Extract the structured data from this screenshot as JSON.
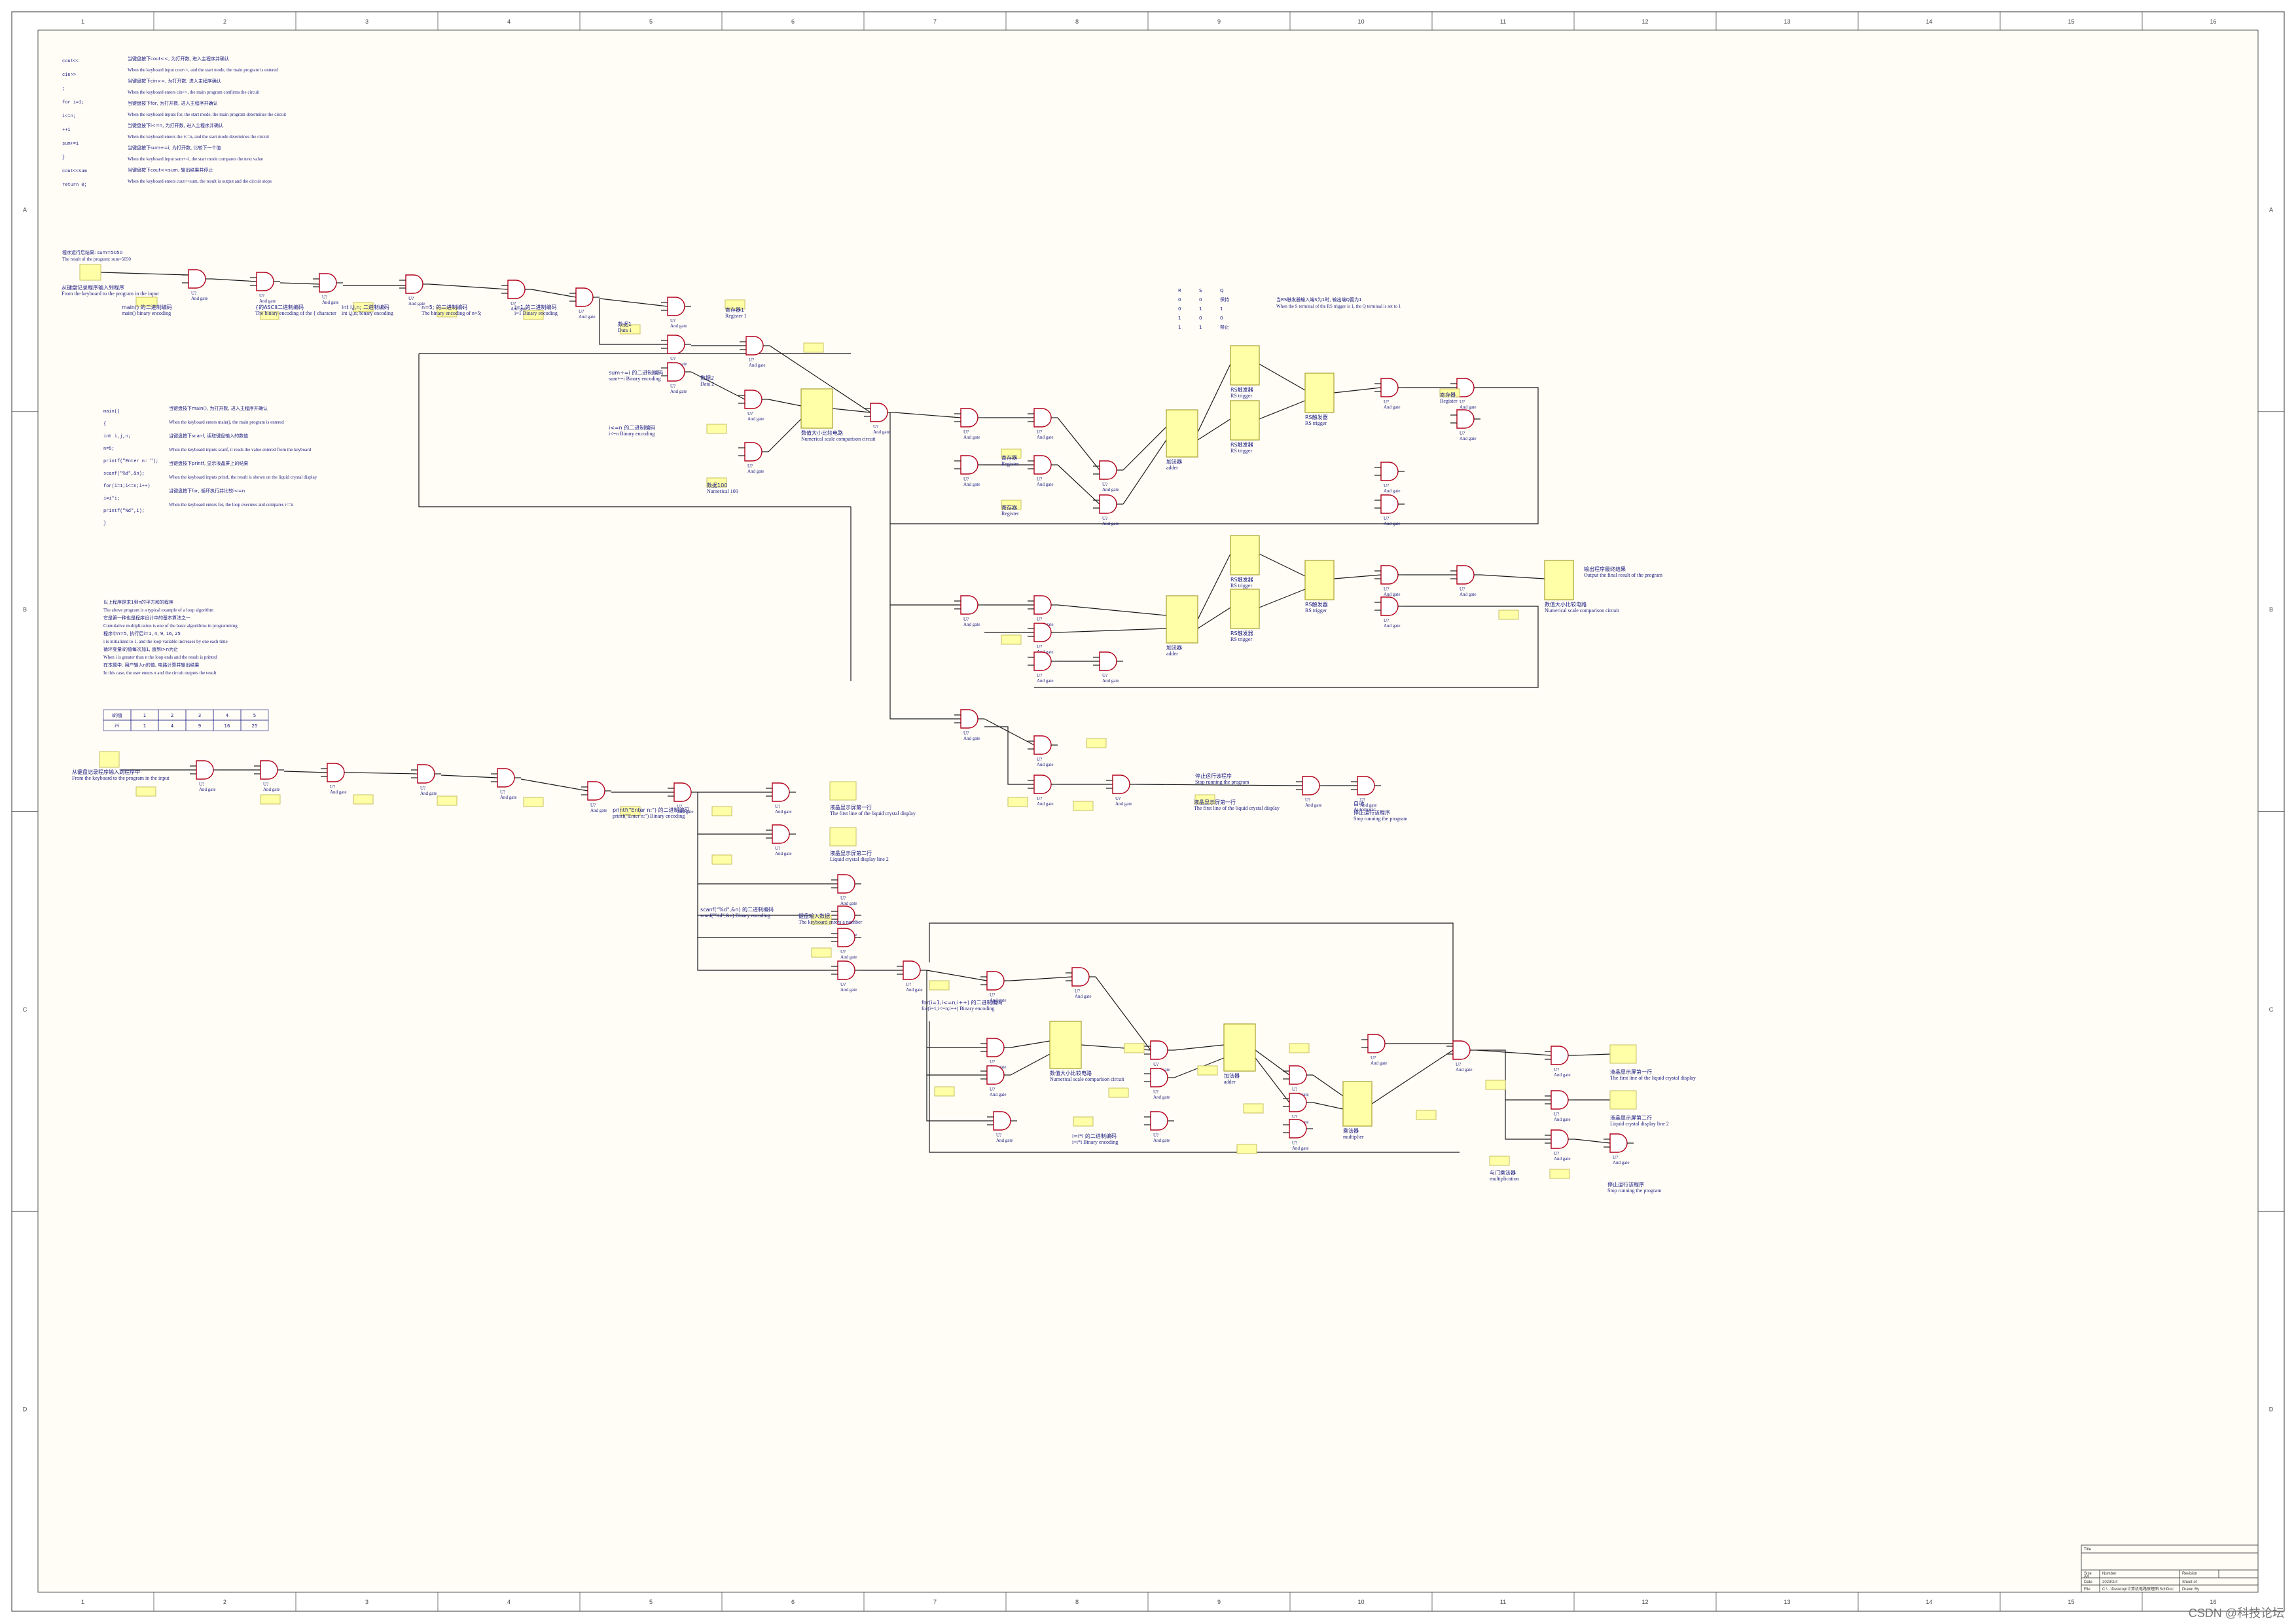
{
  "frame": {
    "col_numbers": [
      "1",
      "2",
      "3",
      "4",
      "5",
      "6",
      "7",
      "8",
      "9",
      "10",
      "11",
      "12",
      "13",
      "14",
      "15",
      "16"
    ],
    "row_letters": [
      "A",
      "B",
      "C",
      "D"
    ]
  },
  "colors": {
    "wire": "#1a1a1a",
    "gate_outline": "#b3001b",
    "register_fill": "#ffffa8",
    "text": "#1a1a80"
  },
  "notes": {
    "top_code": [
      "cout<<",
      "cin>>",
      ";",
      "for  i=1;",
      "i<=n;",
      "++i",
      "sum+=i",
      "}",
      "cout<<sum",
      "return 0;"
    ],
    "top_desc": [
      "当键盘按下cout<<, 为打开数, 进入主程序并确认",
      "When the keyboard input cout<<, and the start mode, the main program is entered",
      "当键盘按下cin>>, 为打开数, 进入主程序确认",
      "When the keyboard enters cin>>, the main program confirms the circuit",
      "当键盘按下for, 为打开数, 进入主程序并确认",
      "When the keyboard inputs for, the start mode, the main program determines the circuit",
      "当键盘按下i<=n, 为打开数, 进入主程序并确认",
      "When the keyboard enters the i<=n, and the start mode determines the circuit",
      "当键盘按下sum+=i, 为打开数, 比较下一个值",
      "When the keyboard input sum+=i, the start mode compares the next value",
      "当键盘按下cout<<sum, 输出结果并停止",
      "When the keyboard enters cout<<sum, the result is output and the circuit stops"
    ],
    "top_caption_cn": "程序运行后结果: sum=5050",
    "top_caption_en": "The result of the program: sum=5050",
    "mid_code": [
      "main()",
      "{",
      "int  i,j,n;",
      "n=5;",
      "printf(\"Enter  n:  \");",
      "scanf(\"%d\",&n);",
      "for(i=1;i<=n;i++)",
      "i=i*i;",
      "printf(\"%d\",i);",
      "}"
    ],
    "mid_desc": [
      "当键盘按下main(), 为打开数, 进入主程序并确认",
      "When the keyboard enters main(), the main program is entered",
      "当键盘按下scanf, 读取键盘输入的数值",
      "When the keyboard inputs scanf, it reads the value entered from the keyboard",
      "当键盘按下printf, 显示液晶屏上的结果",
      "When the keyboard inputs printf, the result is shown on the liquid crystal display",
      "当键盘按下for, 循环执行并比较i<=n",
      "When the keyboard enters for, the loop executes and compares i<=n"
    ],
    "explain_lines": [
      "以上程序是求1到n的平方和的程序",
      "The above program is a typical example of a loop algorithm",
      "它是第一种也是程序设计中的基本算法之一",
      "Cumulative multiplication is one of the basic algorithms in programming",
      "程序中n=5, 执行后i=1, 4, 9, 16, 25",
      "i is initialized to 1, and the loop variable increases by one each time",
      "循环变量i的值每次加1, 直到i>n为止",
      "When i is greater than n the loop ends and the result is printed",
      "在本题中, 用户输入n的值, 电路计算并输出结果",
      "In this case, the user enters n and the circuit outputs the result"
    ],
    "table_rows": [
      [
        "i的值",
        "1",
        "2",
        "3",
        "4",
        "5"
      ],
      [
        "i*i",
        "1",
        "4",
        "9",
        "16",
        "25"
      ]
    ]
  },
  "left_blocks": {
    "block1_cn": "从键盘记录程序输入到程序",
    "block1_en": "From the keyboard to the program in the input",
    "block2_cn": "从键盘记录程序输入到程序中",
    "block2_en": "From the keyboard to the program in the input"
  },
  "diagram": {
    "gate_type": "And gate",
    "gate_ref": "U?",
    "register_cn": "寄存器",
    "register_en": "Register",
    "row1_labels": [
      [
        "main() 的二进制编码",
        "main()  binary encoding"
      ],
      [
        "{的ASCII二进制编码",
        "The binary encoding of the { character"
      ],
      [
        "int  i,j,n;  二进制编码",
        "int  i,j,n;  binary encoding"
      ],
      [
        "n=5; 的二进制编码",
        "The binary encoding of n=5;"
      ],
      [
        "i=1 的二进制编码",
        "i=1  Binary encoding"
      ]
    ],
    "row1_tail": [
      [
        "数据1",
        "Data 1"
      ],
      [
        "寄存器1",
        "Register 1"
      ],
      [
        "数据2",
        "Data 2"
      ]
    ],
    "mid_labels": [
      [
        "sum+=i 的二进制编码",
        "sum+=i  Binary encoding"
      ],
      [
        "i<=n 的二进制编码",
        "i<=n  Binary encoding"
      ],
      [
        "数据100",
        "Numerical 100"
      ]
    ],
    "numeric_compare_cn": "数值大小比较电路",
    "numeric_compare_en": "Numerical scale comparison circuit",
    "adder_cn": "加法器",
    "adder_en": "adder",
    "rs_cn": "RS触发器",
    "rs_en": "RS trigger",
    "rs_note_cn": "当RS触发器输入端S为1时, 输出端Q置为1",
    "rs_note_en": "When the S terminal of the RS trigger is 1, the Q terminal is set to 1",
    "rs_table": [
      [
        "R",
        "S",
        "Q"
      ],
      [
        "0",
        "0",
        "保持"
      ],
      [
        "0",
        "1",
        "1"
      ],
      [
        "1",
        "0",
        "0"
      ],
      [
        "1",
        "1",
        "禁止"
      ]
    ],
    "end_labels": [
      [
        "液晶显示屏第一行",
        "The first line of the liquid crystal display"
      ],
      [
        "液晶显示屏第二行",
        "Liquid crystal display line 2"
      ],
      [
        "停止运行该程序",
        "Stop running the program"
      ],
      [
        "输出程序最终结果",
        "Output the final result of the program"
      ],
      [
        "与门乘法器",
        "multiplication"
      ],
      [
        "乘法器",
        "multiplier"
      ],
      [
        "自动",
        "Automatic"
      ]
    ],
    "lower_labels": [
      [
        "printf(\"Enter n:\") 的二进制编码",
        "printf(\"Enter n:\") Binary encoding"
      ],
      [
        "scanf(\"%d\",&n) 的二进制编码",
        "scanf(\"%d\",&n) Binary encoding"
      ],
      [
        "for(i=1;i<=n;i++) 的二进制编码",
        "for(i=1;i<=n;i++) Binary encoding"
      ],
      [
        "i=i*i 的二进制编码",
        "i=i*i  Binary encoding"
      ],
      [
        "键盘输入数据",
        "The keyboard enters a number"
      ]
    ]
  },
  "title_block": {
    "title_label": "Title",
    "size_label": "Size",
    "size_value": "A4",
    "number_label": "Number",
    "revision_label": "Revision",
    "date_label": "Date",
    "date_value": "2023/2/4",
    "sheet_label": "Sheet of",
    "file_label": "File",
    "file_value": "C:\\...\\Desktop\\计算机电路原理图.SchDoc",
    "drawn_label": "Drawn By"
  },
  "watermark": "CSDN @科技论坛"
}
